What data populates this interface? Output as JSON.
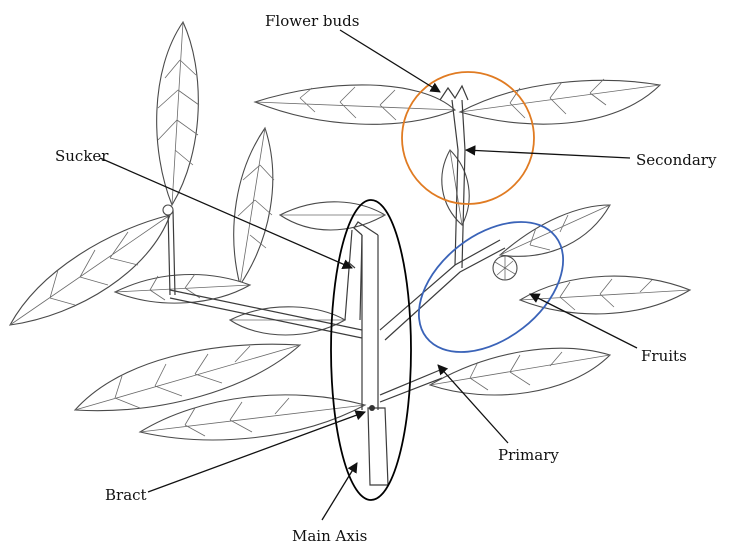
{
  "labels": {
    "flower_buds": "Flower buds",
    "secondary": "Secondary",
    "sucker": "Sucker",
    "fruits": "Fruits",
    "primary": "Primary",
    "bract": "Bract",
    "main_axis": "Main Axis"
  },
  "highlight_colors": {
    "flower_buds_circle": "#e07b22",
    "fruits_ellipse": "#3a63b8",
    "main_axis_ellipse": "#000000"
  }
}
